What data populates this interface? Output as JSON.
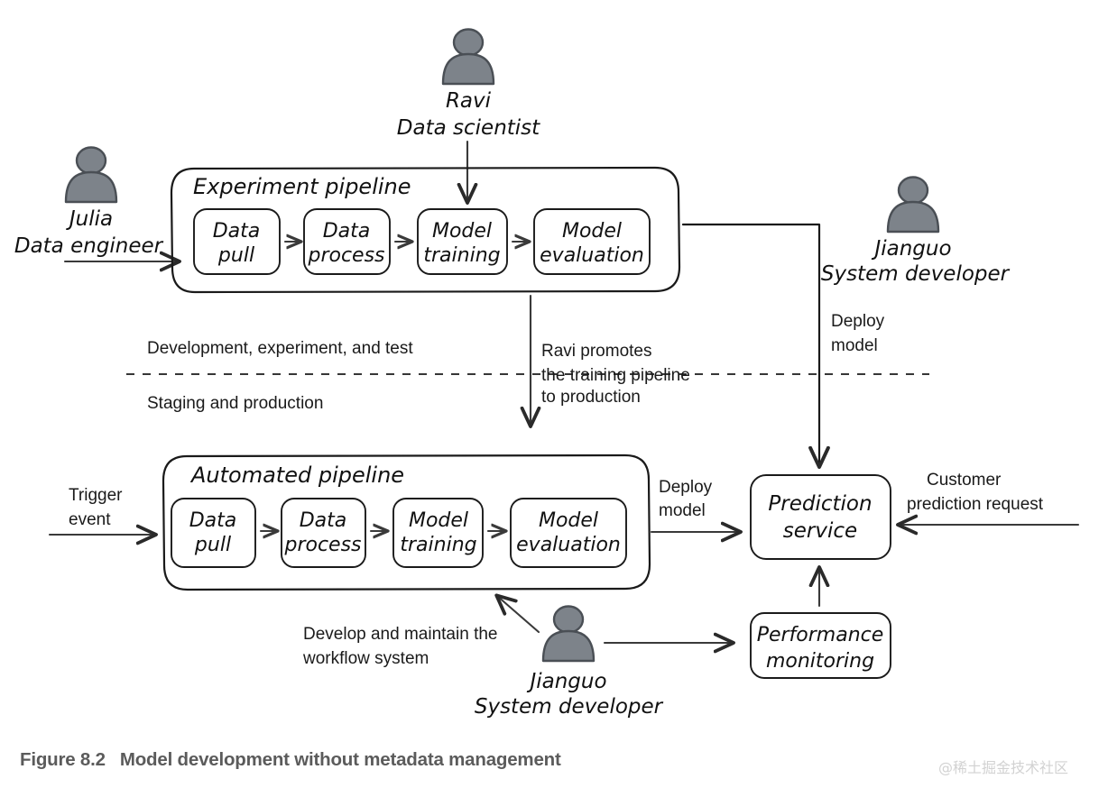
{
  "figure": {
    "number": "Figure 8.2",
    "title": "Model development without metadata management"
  },
  "watermark": "@稀土掘金技术社区",
  "actors": [
    {
      "id": "julia",
      "name": "Julia",
      "role": "Data engineer"
    },
    {
      "id": "ravi",
      "name": "Ravi",
      "role": "Data scientist"
    },
    {
      "id": "jianguo_top",
      "name": "Jianguo",
      "role": "System developer"
    },
    {
      "id": "jianguo_bottom",
      "name": "Jianguo",
      "role": "System developer"
    }
  ],
  "pipelines": {
    "experiment": {
      "title": "Experiment pipeline",
      "steps": [
        {
          "line1": "Data",
          "line2": "pull"
        },
        {
          "line1": "Data",
          "line2": "process"
        },
        {
          "line1": "Model",
          "line2": "training"
        },
        {
          "line1": "Model",
          "line2": "evaluation"
        }
      ]
    },
    "automated": {
      "title": "Automated pipeline",
      "steps": [
        {
          "line1": "Data",
          "line2": "pull"
        },
        {
          "line1": "Data",
          "line2": "process"
        },
        {
          "line1": "Model",
          "line2": "training"
        },
        {
          "line1": "Model",
          "line2": "evaluation"
        }
      ]
    }
  },
  "services": {
    "prediction": {
      "line1": "Prediction",
      "line2": "service"
    },
    "monitoring": {
      "line1": "Performance",
      "line2": "monitoring"
    }
  },
  "zones": {
    "upper": "Development, experiment, and test",
    "lower": "Staging and production"
  },
  "annotations": {
    "promote": {
      "line1": "Ravi promotes",
      "line2": "the training pipeline",
      "line3": "to production"
    },
    "deploy_top": {
      "line1": "Deploy",
      "line2": "model"
    },
    "deploy_bottom": {
      "line1": "Deploy",
      "line2": "model"
    },
    "trigger": {
      "line1": "Trigger",
      "line2": "event"
    },
    "customer": {
      "line1": "Customer",
      "line2": "prediction request"
    },
    "develop": {
      "line1": "Develop and maintain the",
      "line2": "workflow system"
    }
  },
  "colors": {
    "ink": "#1a1a1a",
    "person_fill": "#7d838a",
    "person_stroke": "#4a4f55",
    "caption": "#5b5b5b",
    "watermark": "#d2d2d2"
  }
}
